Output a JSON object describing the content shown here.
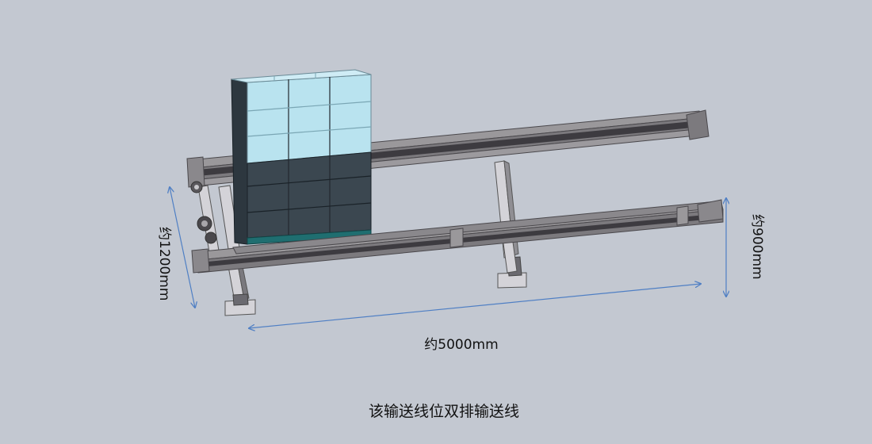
{
  "dimensions": {
    "length_label": "约5000mm",
    "width_label": "约1200mm",
    "height_label": "约900mm"
  },
  "caption": "该输送线位双排输送线",
  "colors": {
    "background": "#c3c8d1",
    "rail": "#8e8c8e",
    "rail_dark": "#5c5a5e",
    "chain": "#3d3b40",
    "leg": "#d4d3d8",
    "box_top": "#cfecf5",
    "box_front_light": "#b9e3ef",
    "box_front_dark": "#3b4750",
    "box_side": "#2d373f",
    "pallet": "#1f6e70",
    "dimension_line": "#4f7fc4"
  }
}
